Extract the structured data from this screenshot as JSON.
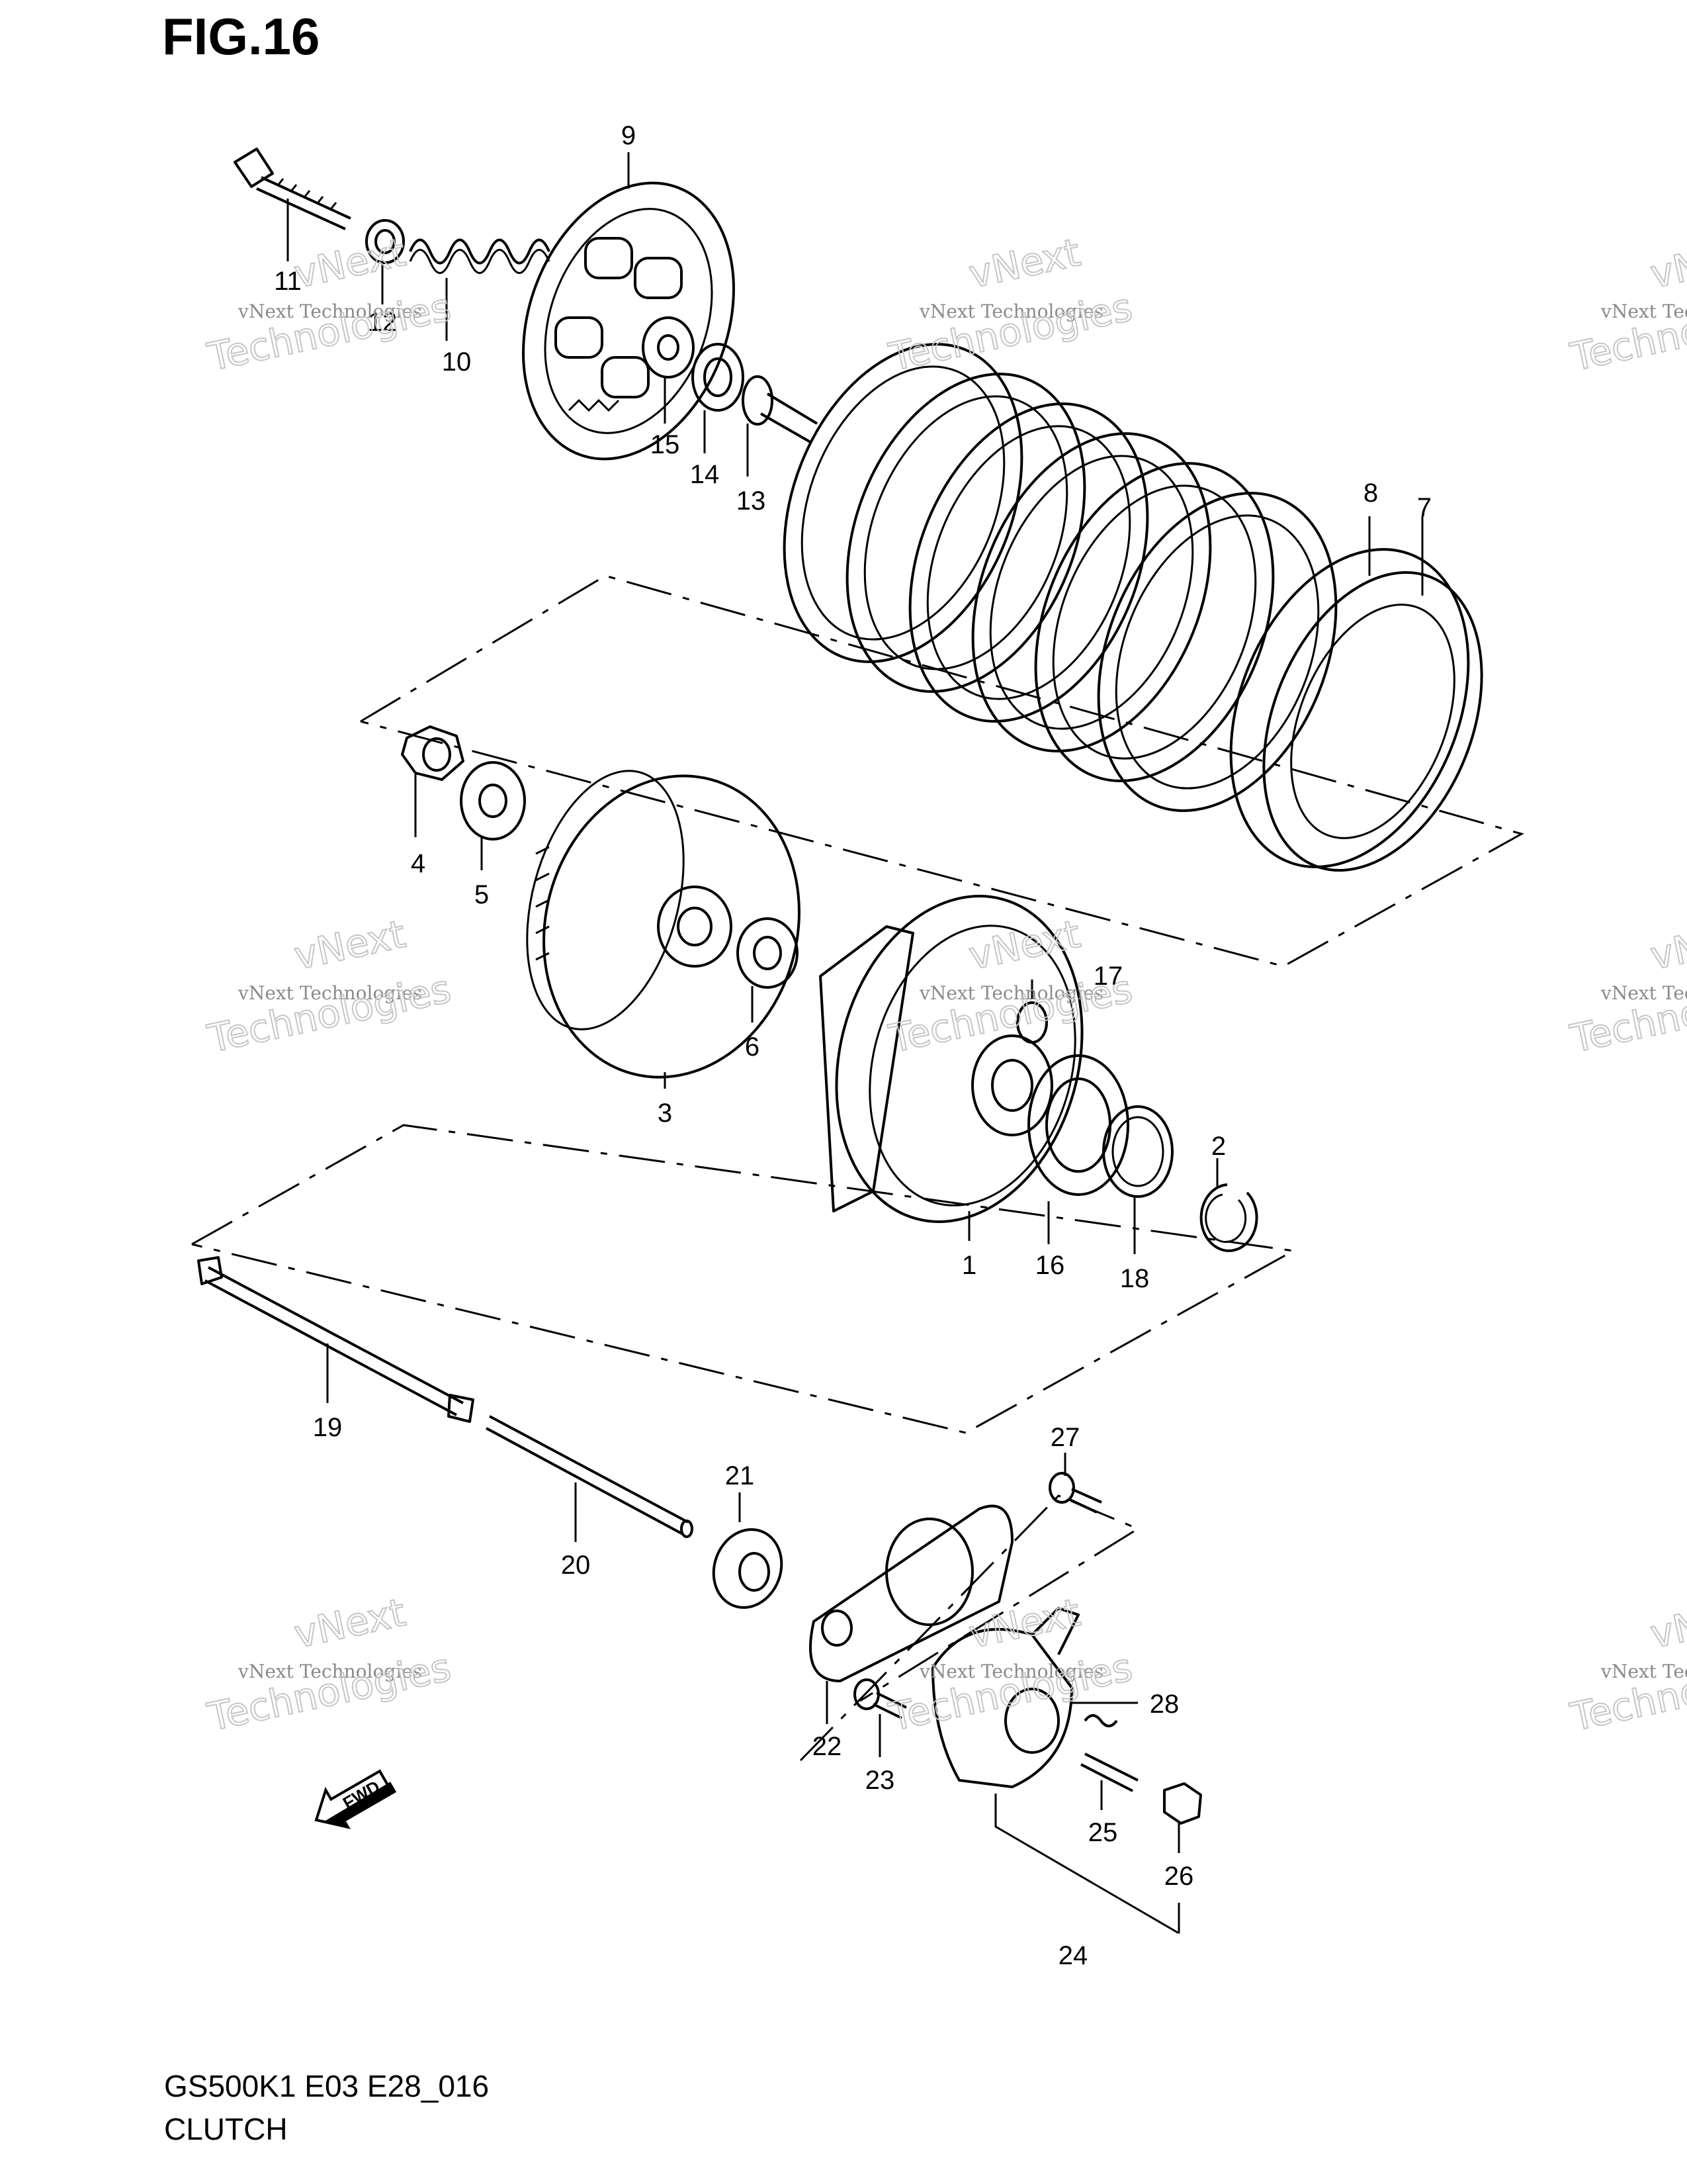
{
  "figure": {
    "title": "FIG.16",
    "model_code": "GS500K1 E03 E28_016",
    "section_title": "CLUTCH"
  },
  "callouts": [
    {
      "id": "c1",
      "text": "1"
    },
    {
      "id": "c2",
      "text": "2"
    },
    {
      "id": "c3",
      "text": "3"
    },
    {
      "id": "c4",
      "text": "4"
    },
    {
      "id": "c5",
      "text": "5"
    },
    {
      "id": "c6",
      "text": "6"
    },
    {
      "id": "c7",
      "text": "7"
    },
    {
      "id": "c8",
      "text": "8"
    },
    {
      "id": "c9",
      "text": "9"
    },
    {
      "id": "c10",
      "text": "10"
    },
    {
      "id": "c11",
      "text": "11"
    },
    {
      "id": "c12",
      "text": "12"
    },
    {
      "id": "c13",
      "text": "13"
    },
    {
      "id": "c14",
      "text": "14"
    },
    {
      "id": "c15",
      "text": "15"
    },
    {
      "id": "c16",
      "text": "16"
    },
    {
      "id": "c17",
      "text": "17"
    },
    {
      "id": "c18",
      "text": "18"
    },
    {
      "id": "c19",
      "text": "19"
    },
    {
      "id": "c20",
      "text": "20"
    },
    {
      "id": "c21",
      "text": "21"
    },
    {
      "id": "c22",
      "text": "22"
    },
    {
      "id": "c23",
      "text": "23"
    },
    {
      "id": "c24",
      "text": "24"
    },
    {
      "id": "c25",
      "text": "25"
    },
    {
      "id": "c26",
      "text": "26"
    },
    {
      "id": "c27",
      "text": "27"
    },
    {
      "id": "c28",
      "text": "28"
    }
  ],
  "direction_marker": {
    "text": "FWD",
    "icon": "fwd-arrow-icon"
  },
  "watermark": {
    "small_text": "vNext Technologies",
    "big_line1": "vNext",
    "big_line2": "Technologies"
  }
}
